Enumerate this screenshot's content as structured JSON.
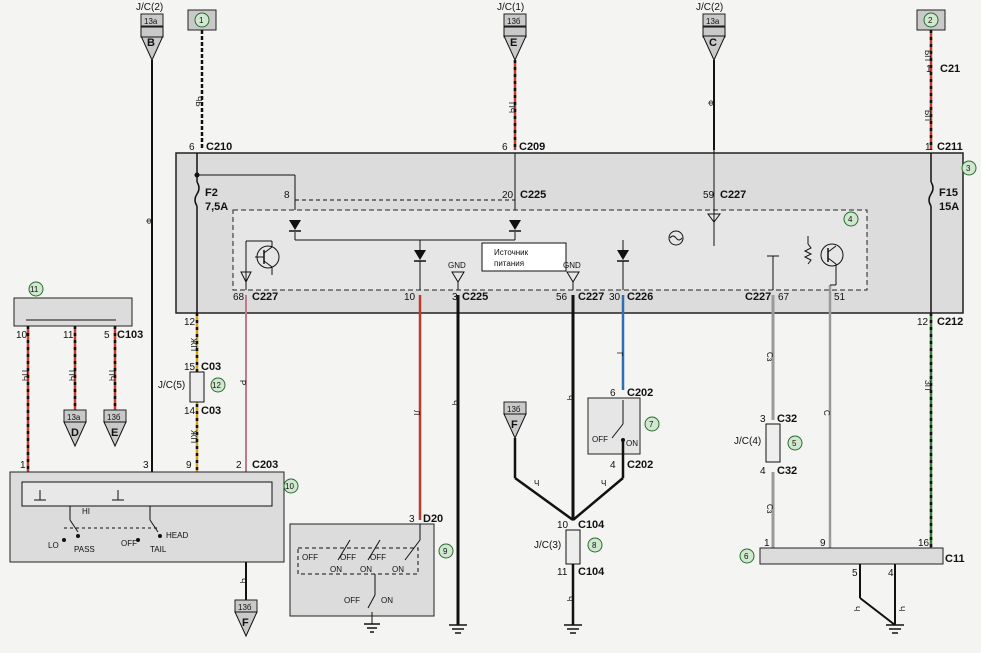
{
  "top_connectors": [
    {
      "jc": "J/C(2)",
      "box": "13а",
      "letter": "B"
    },
    {
      "jc": "J/C(1)",
      "box": "13б",
      "letter": "E"
    },
    {
      "jc": "J/C(2)",
      "box": "13а",
      "letter": "C"
    }
  ],
  "bottom_refs": [
    {
      "box": "13а",
      "letter": "D"
    },
    {
      "box": "13б",
      "letter": "E"
    },
    {
      "box": "13б",
      "letter": "F"
    },
    {
      "box": "13б",
      "letter": "F"
    }
  ],
  "callouts": [
    "1",
    "2",
    "3",
    "4",
    "5",
    "6",
    "7",
    "8",
    "9",
    "10",
    "11",
    "12"
  ],
  "connectors": {
    "c210": "C210",
    "c209": "C209",
    "c21": "C21",
    "c211": "C211",
    "c225a": "C225",
    "c227a": "C227",
    "c227b": "C227",
    "c225b": "C225",
    "c227c": "C227",
    "c226": "C226",
    "c227d": "C227",
    "c212": "C212",
    "c103": "C103",
    "c03a": "C03",
    "c03b": "C03",
    "c203": "C203",
    "c202a": "C202",
    "c202b": "C202",
    "c32a": "C32",
    "c32b": "C32",
    "c104a": "C104",
    "c104b": "C104",
    "d20": "D20",
    "c11": "C11"
  },
  "jcs": {
    "jc5": "J/C(5)",
    "jc4": "J/C(4)",
    "jc3": "J/C(3)"
  },
  "fuses": {
    "f2": "F2",
    "f2_rating": "7,5A",
    "f15": "F15",
    "f15_rating": "15A"
  },
  "power_source": [
    "Источник",
    "питания"
  ],
  "gnd": "GND",
  "wire_codes": {
    "chb": "ЧБ",
    "f": "Ф",
    "pch": "ПЧ",
    "bp": "БП",
    "zhp": "ЖП",
    "r": "Р",
    "l": "Л",
    "ch": "Ч",
    "g": "Г",
    "sz": "Сз",
    "s": "С",
    "zp": "ЗП"
  },
  "pins": {
    "p6": "6",
    "p1": "1",
    "p8": "8",
    "p20": "20",
    "p59": "59",
    "p68": "68",
    "p10": "10",
    "p3": "3",
    "p56": "56",
    "p30": "30",
    "p67": "67",
    "p51": "51",
    "p12": "12",
    "p11": "11",
    "p5": "5",
    "p15": "15",
    "p14": "14",
    "p9": "9",
    "p2": "2",
    "p4": "4",
    "p16": "16"
  },
  "switch_labels": {
    "hi": "HI",
    "lo": "LO",
    "pass": "PASS",
    "off": "OFF",
    "tail": "TAIL",
    "head": "HEAD",
    "on": "ON"
  },
  "colors": {
    "pch": "#c0392b",
    "zhp": "#d4a017",
    "blue": "#2f6fb0",
    "green": "#3a7d3a",
    "box": "#dcdcdc",
    "tag": "#c9c9c9"
  }
}
